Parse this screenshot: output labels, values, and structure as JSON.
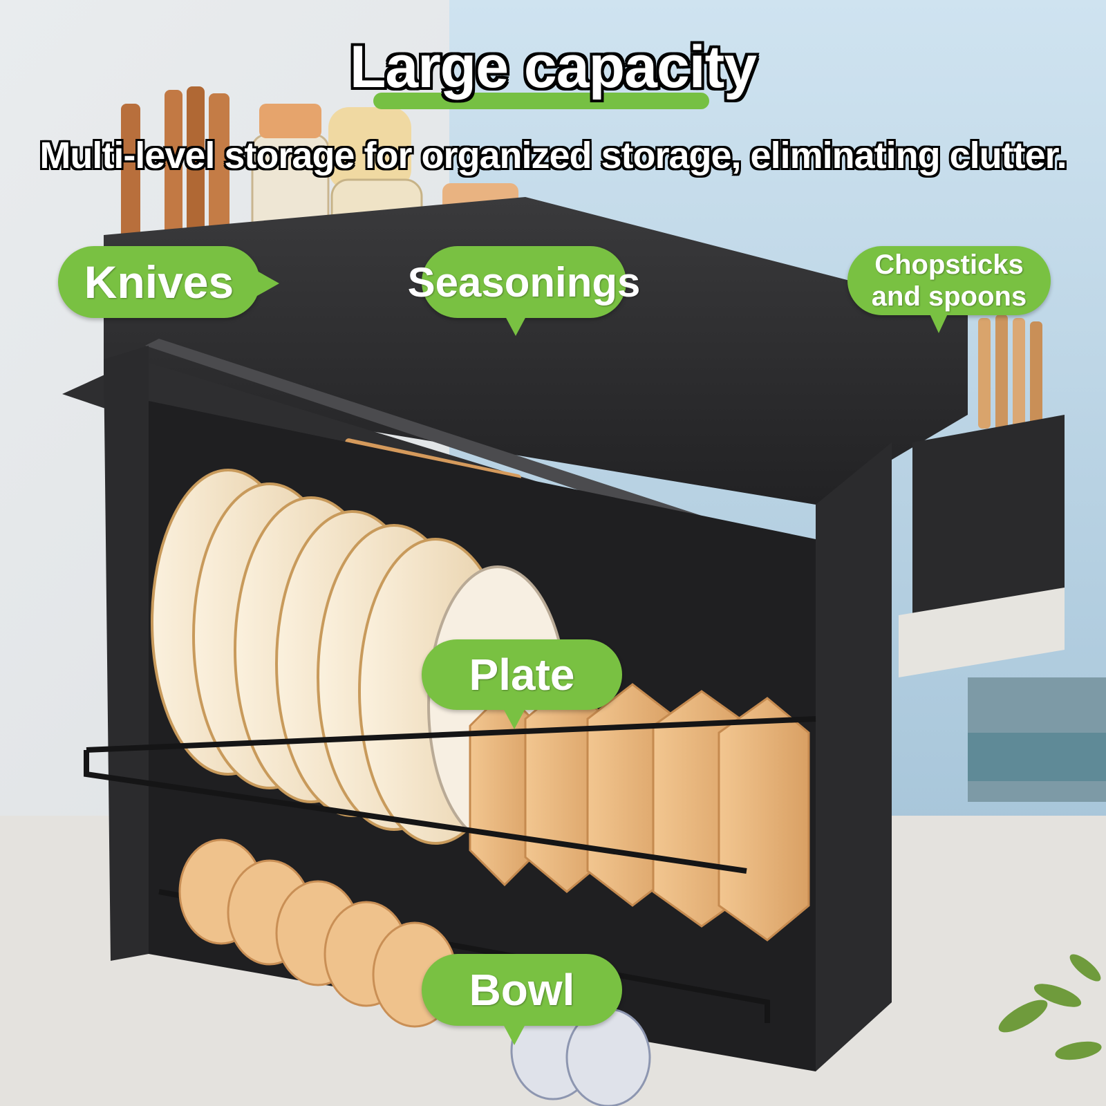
{
  "header": {
    "title": "Large capacity",
    "subtitle": "Multi-level storage for organized storage, eliminating clutter."
  },
  "callouts": {
    "knives": "Knives",
    "seasonings": "Seasonings",
    "chopsticks_line1": "Chopsticks",
    "chopsticks_line2": "and spoons",
    "plate": "Plate",
    "bowl": "Bowl"
  },
  "colors": {
    "accent_green": "#79c142",
    "rack_black": "#2b2b2d",
    "plate_cream": "#f4e6cf",
    "dish_tan": "#e8b982"
  }
}
